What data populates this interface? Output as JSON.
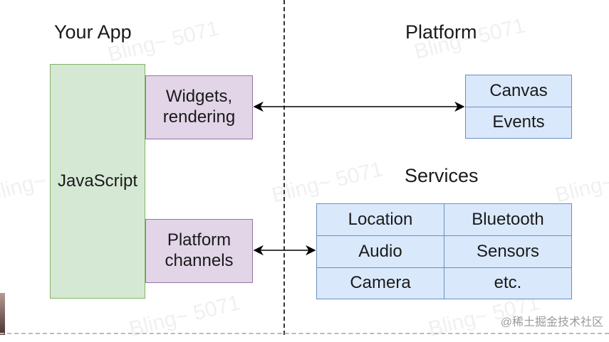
{
  "left_section": {
    "title": "Your App",
    "main_box": "JavaScript",
    "widgets_box": {
      "line1": "Widgets,",
      "line2": "rendering"
    },
    "channels_box": {
      "line1": "Platform",
      "line2": "channels"
    }
  },
  "platform_section": {
    "title": "Platform",
    "items": [
      "Canvas",
      "Events"
    ]
  },
  "services_section": {
    "title": "Services",
    "grid": [
      [
        "Location",
        "Bluetooth"
      ],
      [
        "Audio",
        "Sensors"
      ],
      [
        "Camera",
        "etc."
      ]
    ]
  },
  "watermark_text": "Bling~ 5071",
  "footer_watermark": "@稀土掘金技术社区",
  "colors": {
    "green_fill": "#d5e8d4",
    "green_stroke": "#82b366",
    "purple_fill": "#e1d5e7",
    "purple_stroke": "#9673a6",
    "blue_fill": "#dae8fc",
    "blue_stroke": "#6c8ebf"
  }
}
